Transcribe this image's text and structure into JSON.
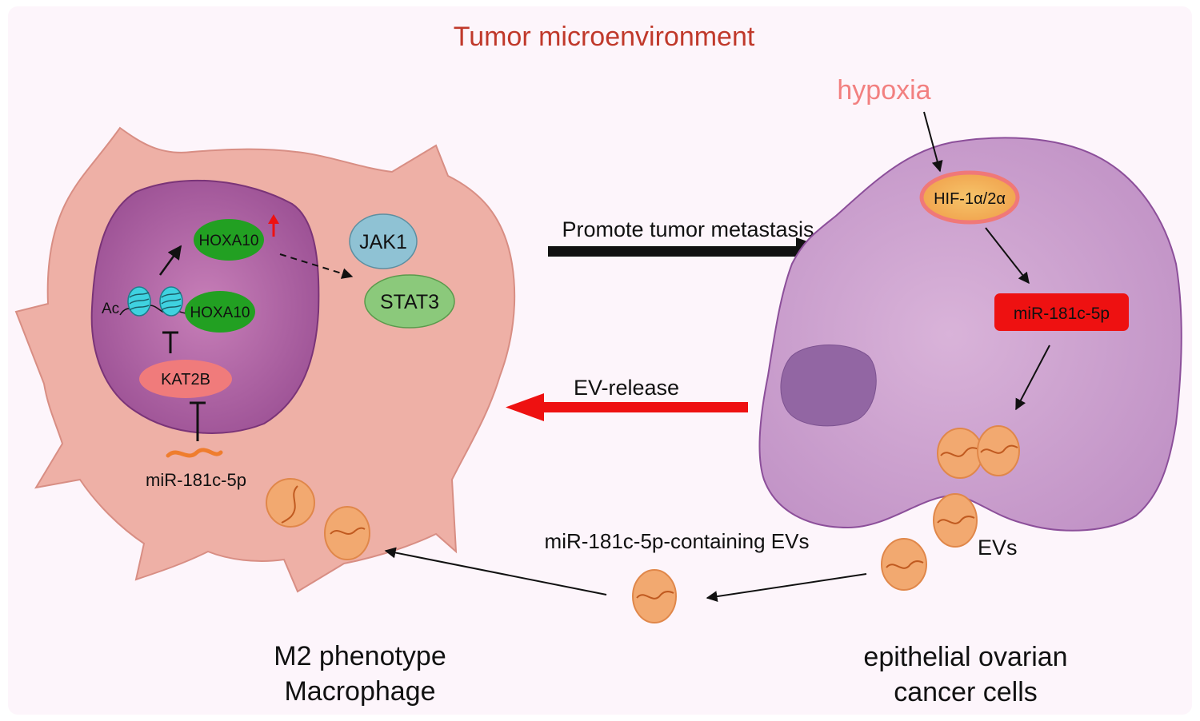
{
  "title": "Tumor microenvironment",
  "stimulus": "hypoxia",
  "macrophage": {
    "line1": "M2 phenotype",
    "line2": "Macrophage",
    "hoxa10_top": "HOXA10",
    "hoxa10_bottom": "HOXA10",
    "acetyl": "Ac",
    "kat2b": "KAT2B",
    "mirna": "miR-181c-5p",
    "jak1": "JAK1",
    "stat3": "STAT3"
  },
  "cancer_cell": {
    "line1": "epithelial ovarian",
    "line2": "cancer cells",
    "hif": "HIF-1α/2α",
    "mirna": "miR-181c-5p",
    "evs": "EVs"
  },
  "arrows": {
    "promote": "Promote tumor metastasis",
    "release": "EV-release",
    "containing": "miR-181c-5p-containing EVs"
  },
  "colors": {
    "title": "#c0392b",
    "hypoxia": "#f28080",
    "macrophage_fill": "#eeb0a6",
    "nucleus_fill": "#a55c9c",
    "cancer_fill": "#c79ac7",
    "hoxa10": "#22a022",
    "ev": "#f2a970",
    "release_arrow": "#ee1111",
    "mirna_box": "#ee1111"
  }
}
